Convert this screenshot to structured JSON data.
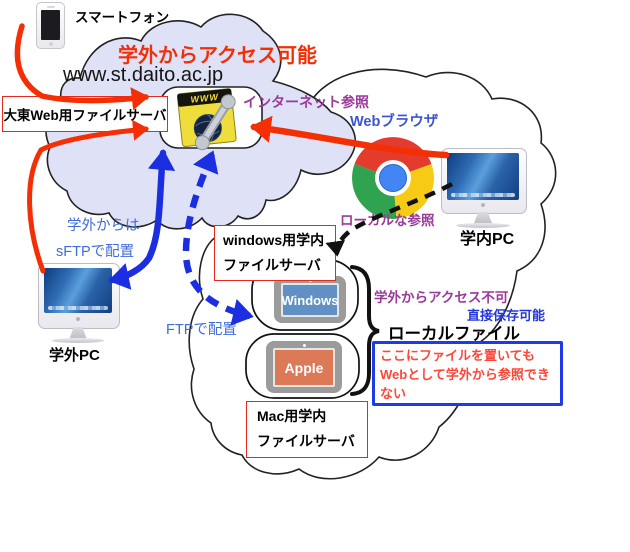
{
  "labels": {
    "smartphone": "スマートフォン",
    "external_access_ok": "学外からアクセス可能",
    "domain": "www.st.daito.ac.jp",
    "daito_web_server": "大東Web用ファイルサーバ",
    "internet_ref": "インターネット参照",
    "web_browser": "Webブラウザ",
    "campus_pc": "学内PC",
    "local_ref": "ローカルな参照",
    "win_server_line1": "windows用学内",
    "win_server_line2": "ファイルサーバ",
    "windows_screen": "Windows",
    "apple_screen": "Apple",
    "mac_server_line1": "Mac用学内",
    "mac_server_line2": "ファイルサーバ",
    "sftp_line1": "学外からは",
    "sftp_line2": "sFTPで配置",
    "ftp": "FTPで配置",
    "offcampus_pc": "学外PC",
    "no_external_access": "学外からアクセス不可",
    "direct_save": "直接保存可能",
    "local_file": "ローカルファイル",
    "note_line1": "ここにファイルを置いても",
    "note_line2": "Webとして学外から参照でき",
    "note_line3": "ない",
    "www_badge": "WWW"
  },
  "colors": {
    "red_arrow": "#f42e05",
    "blue_arrow": "#1c2fe0",
    "blue_text": "#3f6cd8",
    "deep_blue_text": "#2337d8",
    "purple_text": "#9b3a9b",
    "red_box_border": "#e8281e",
    "note_border": "#1f3ae8",
    "note_text": "#fe4638",
    "cloud_fill": "#dfe1f6",
    "windows_screen": "#6191c4",
    "apple_screen": "#dc7a58"
  }
}
